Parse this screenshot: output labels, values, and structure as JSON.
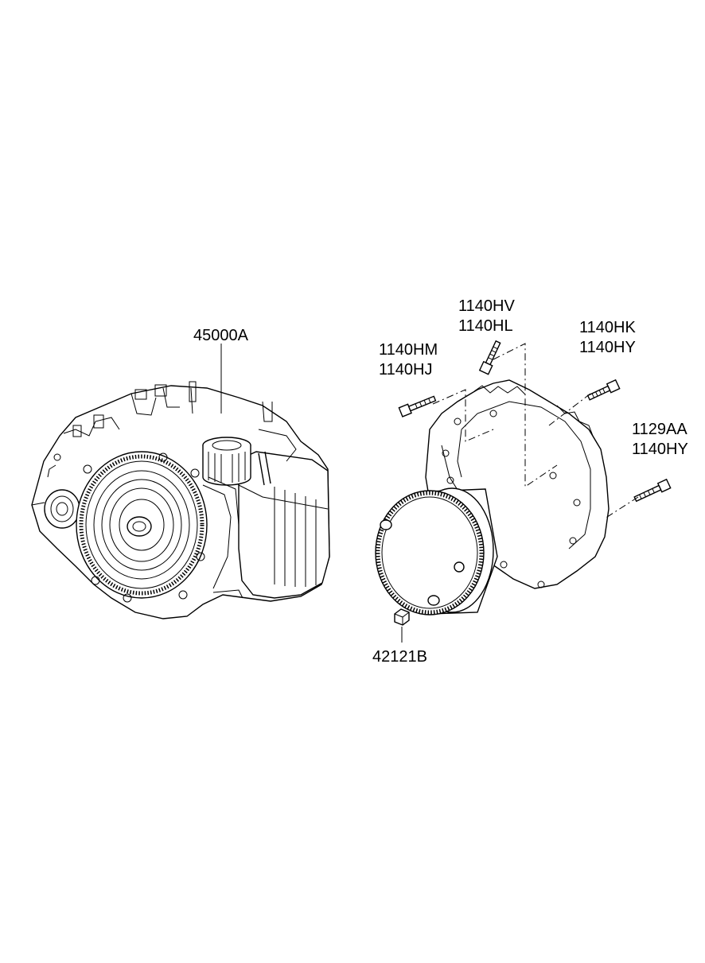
{
  "callouts": {
    "transaxle": "45000A",
    "bolt_a_1": "1140HV",
    "bolt_a_2": "1140HL",
    "bolt_b_1": "1140HM",
    "bolt_b_2": "1140HJ",
    "bolt_c_1": "1140HK",
    "bolt_c_2": "1140HY",
    "bolt_d_1": "1129AA",
    "bolt_d_2": "1140HY",
    "nut": "42121B"
  },
  "icons": {
    "transaxle": "transaxle-assembly-icon",
    "housing": "converter-housing-icon",
    "torque_converter": "torque-converter-icon",
    "bolt": "bolt-icon",
    "nut": "nut-icon"
  }
}
